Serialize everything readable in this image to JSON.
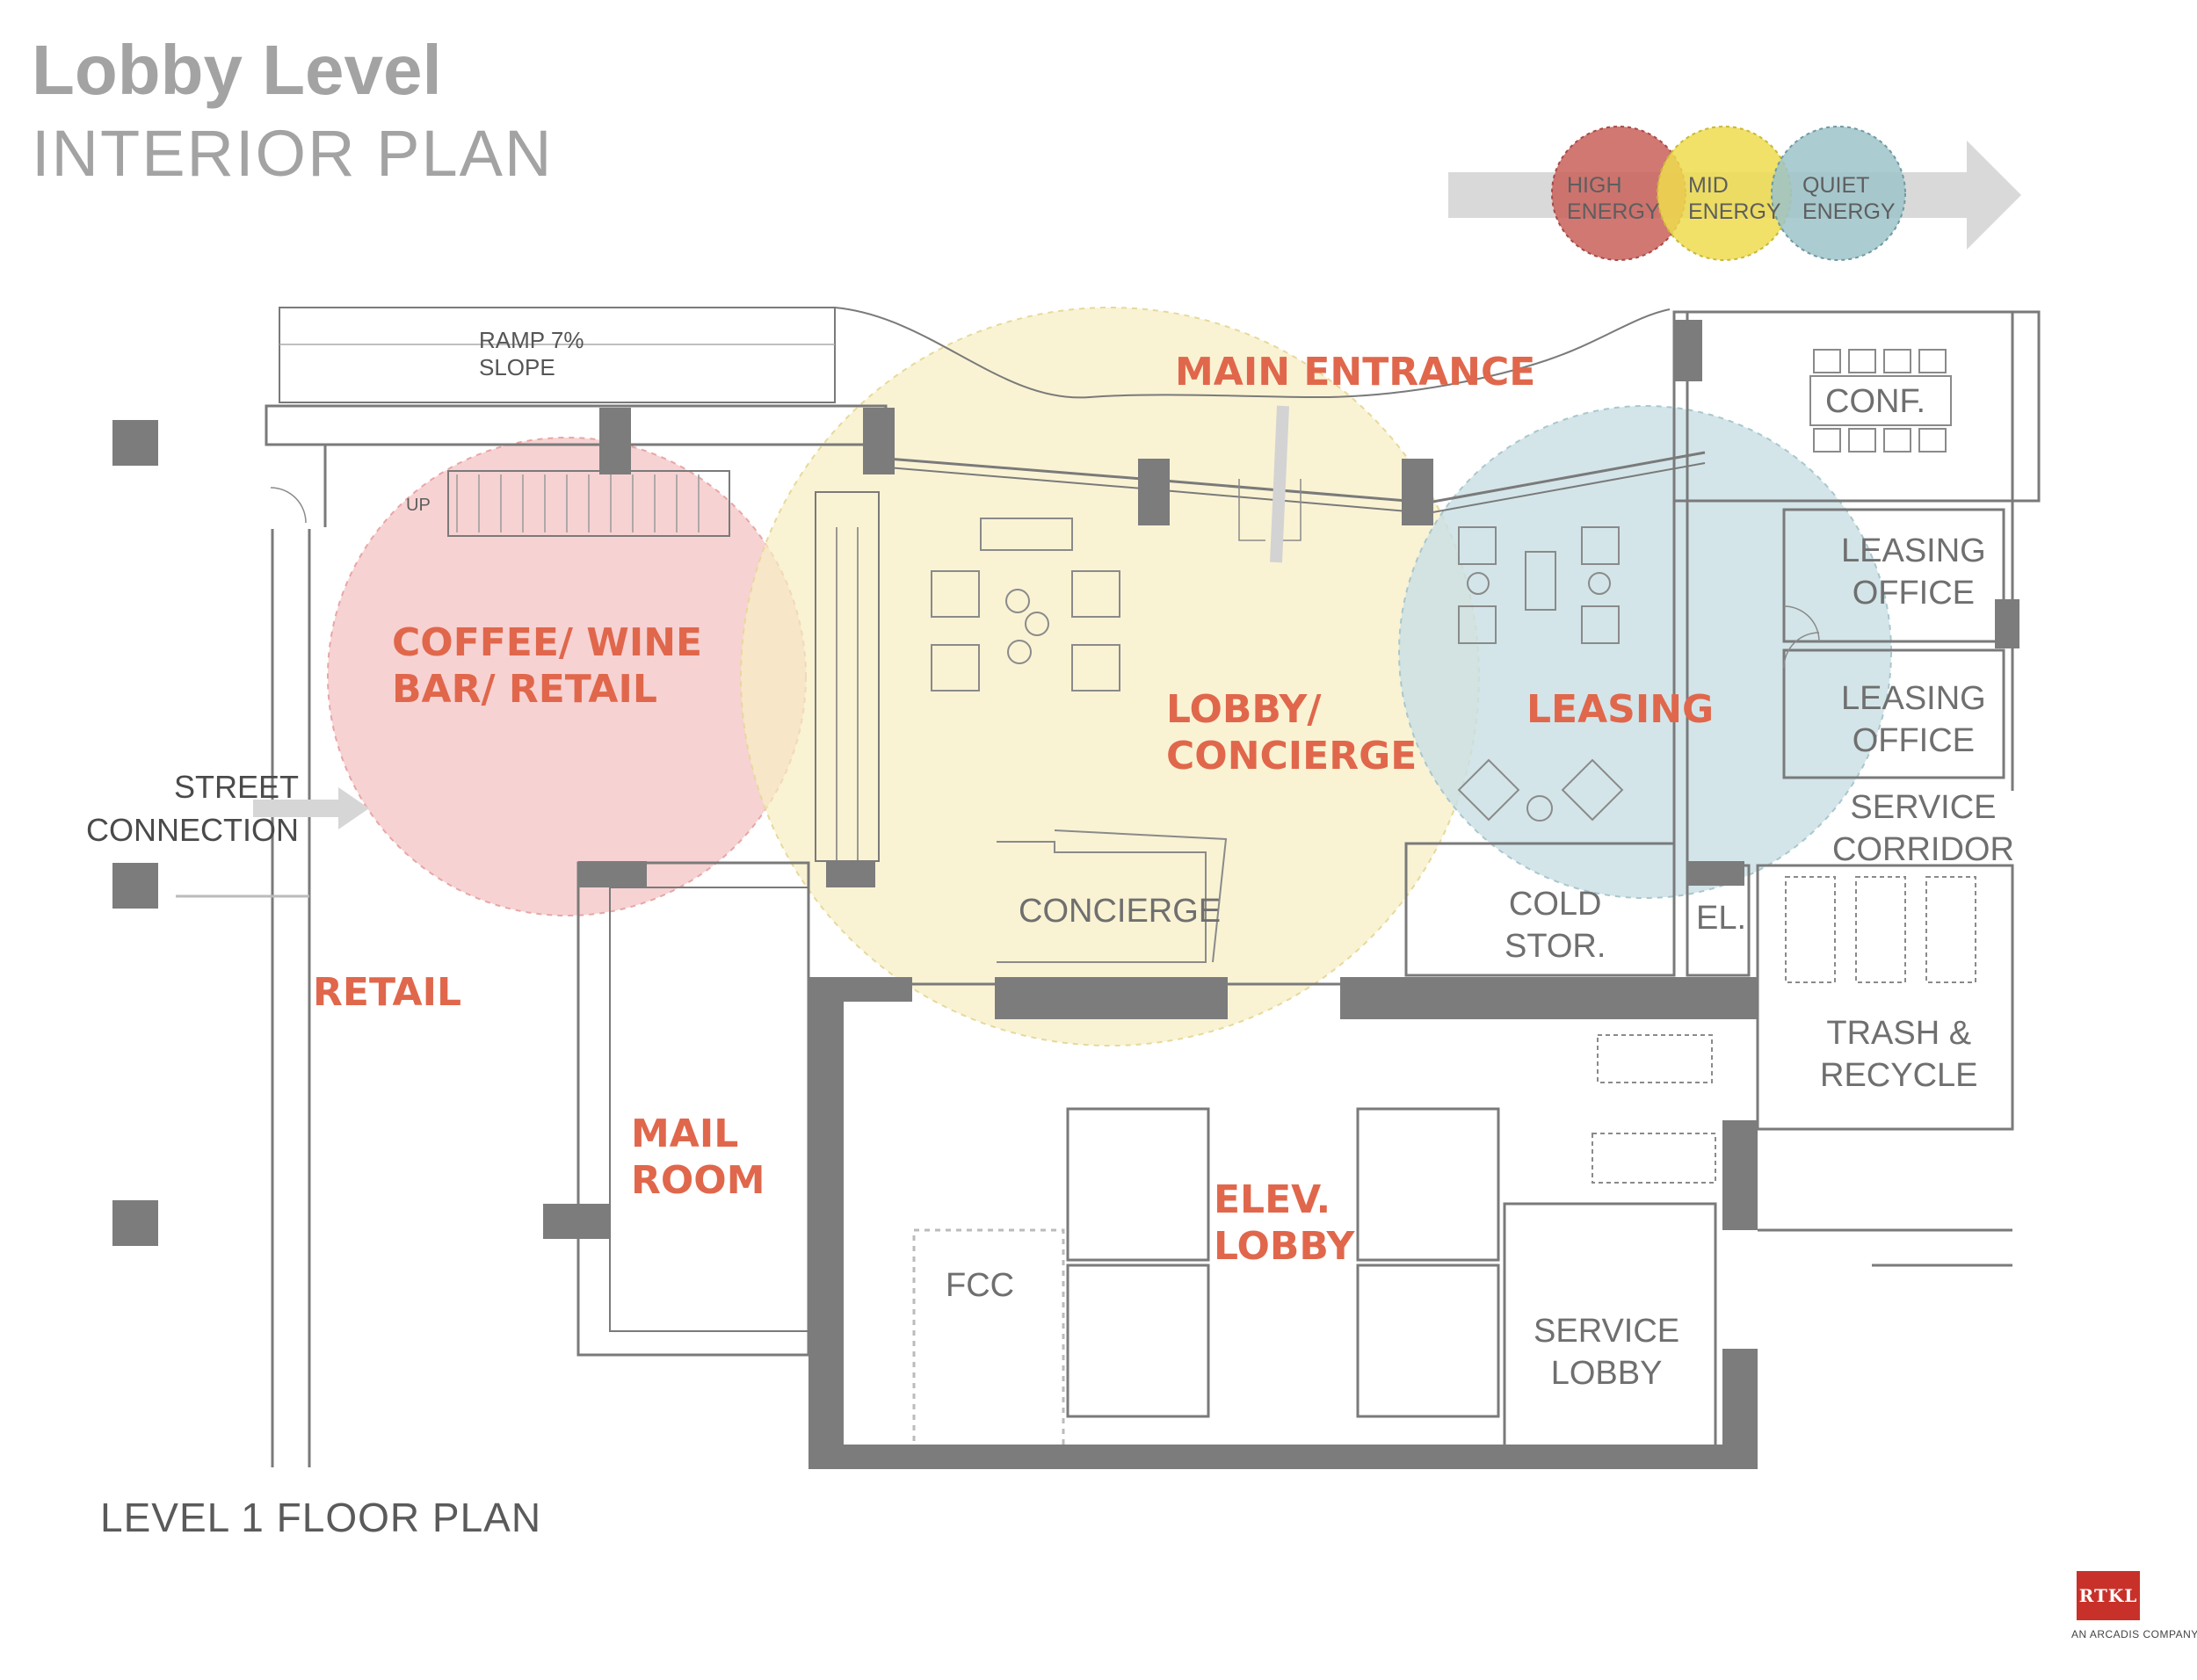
{
  "header": {
    "title": "Lobby Level",
    "subtitle": "INTERIOR PLAN"
  },
  "legend": {
    "items": [
      {
        "label_line1": "HIGH",
        "label_line2": "ENERGY",
        "color": "#c9605a"
      },
      {
        "label_line1": "MID",
        "label_line2": "ENERGY",
        "color": "#e9d84a"
      },
      {
        "label_line1": "QUIET",
        "label_line2": "ENERGY",
        "color": "#8fb9c0"
      }
    ]
  },
  "zones": {
    "coffee": {
      "line1": "COFFEE/ WINE",
      "line2": "BAR/ RETAIL",
      "color": "#f6c9c9"
    },
    "lobby": {
      "line1": "LOBBY/",
      "line2": "CONCIERGE",
      "color": "#f8f0c8"
    },
    "leasing": {
      "line1": "LEASING",
      "color": "#cfe2e6"
    },
    "main_entrance": "MAIN ENTRANCE",
    "retail": "RETAIL",
    "mail_room": {
      "line1": "MAIL",
      "line2": "ROOM"
    },
    "elev_lobby": {
      "line1": "ELEV.",
      "line2": "LOBBY"
    }
  },
  "rooms": {
    "conf": "CONF.",
    "leasing_office_1": {
      "line1": "LEASING",
      "line2": "OFFICE"
    },
    "leasing_office_2": {
      "line1": "LEASING",
      "line2": "OFFICE"
    },
    "service_corridor": {
      "line1": "SERVICE",
      "line2": "CORRIDOR"
    },
    "cold_stor": {
      "line1": "COLD",
      "line2": "STOR."
    },
    "el": "EL.",
    "trash": {
      "line1": "TRASH &",
      "line2": "RECYCLE"
    },
    "concierge": "CONCIERGE",
    "fcc": "FCC",
    "service_lobby": {
      "line1": "SERVICE",
      "line2": "LOBBY"
    }
  },
  "ramp": {
    "line1": "RAMP  7%",
    "line2": "SLOPE"
  },
  "stair_up": "UP",
  "street": {
    "line1": "STREET",
    "line2": "CONNECTION"
  },
  "footer": "LEVEL 1 FLOOR PLAN",
  "logo": {
    "text": "RTKL",
    "tagline": "AN ARCADIS COMPANY"
  }
}
